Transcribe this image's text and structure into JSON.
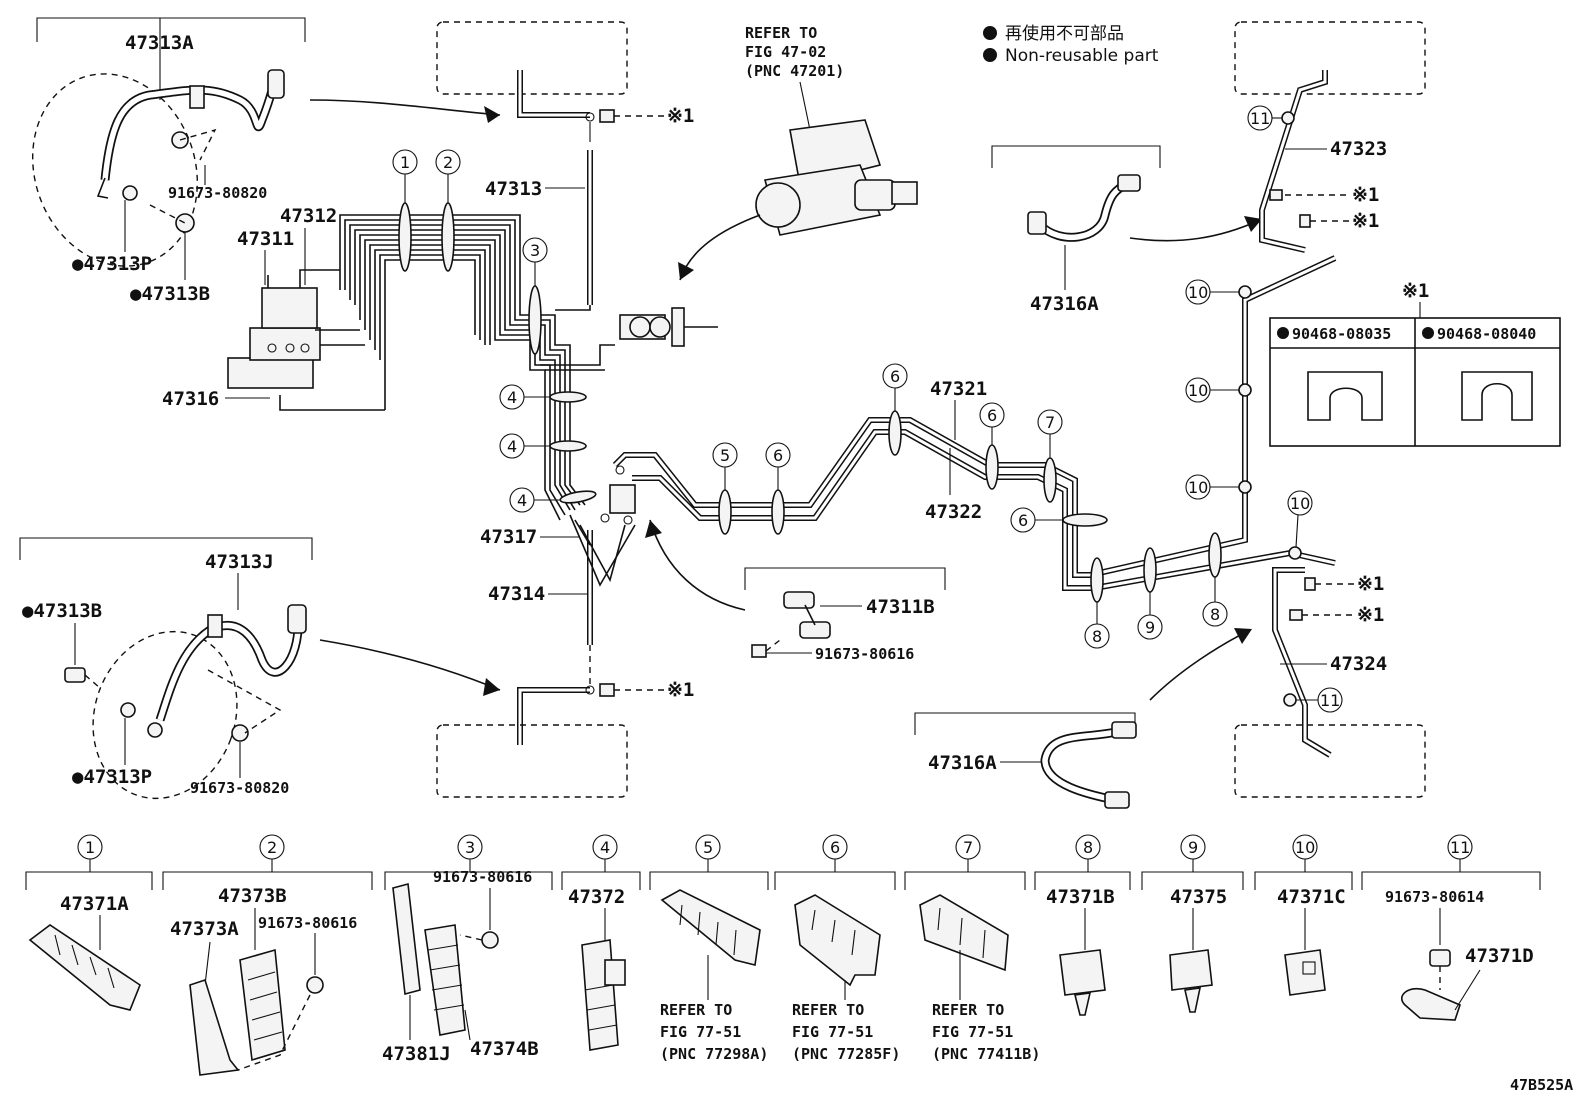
{
  "diagram_id": "47B525A",
  "legend": {
    "line1": "再使用不可部品",
    "line2": "Non-reusable part",
    "star_label": "※1",
    "clips": [
      "90468-08035",
      "90468-08040"
    ]
  },
  "refer_master": [
    "REFER TO",
    "FIG 47-02",
    "(PNC 47201)"
  ],
  "labels": {
    "p47313A": "47313A",
    "p91673_80820a": "91673-80820",
    "p47313P_a": "●47313P",
    "p47313B_a": "●47313B",
    "p47312": "47312",
    "p47311": "47311",
    "p47316": "47316",
    "p47313": "47313",
    "p47317": "47317",
    "p47314": "47314",
    "p47313J": "47313J",
    "p47313B_b": "●47313B",
    "p47313P_b": "●47313P",
    "p91673_80820b": "91673-80820",
    "p47311B": "47311B",
    "p91673_80616a": "91673-80616",
    "p47321": "47321",
    "p47322": "47322",
    "p47316A_a": "47316A",
    "p47316A_b": "47316A",
    "p47323": "47323",
    "p47324": "47324",
    "star1": "※1"
  },
  "callouts": {
    "c1": "1",
    "c2": "2",
    "c3": "3",
    "c4": "4",
    "c5": "5",
    "c6": "6",
    "c7": "7",
    "c8": "8",
    "c9": "9",
    "c10": "10",
    "c11": "11"
  },
  "bottom_parts": [
    {
      "num": "1",
      "labels": [
        "47371A"
      ]
    },
    {
      "num": "2",
      "labels": [
        "47373B",
        "47373A",
        "91673-80616"
      ]
    },
    {
      "num": "3",
      "labels": [
        "91673-80616",
        "47381J",
        "47374B"
      ]
    },
    {
      "num": "4",
      "labels": [
        "47372"
      ]
    },
    {
      "num": "5",
      "labels": [
        "REFER TO",
        "FIG 77-51",
        "(PNC 77298A)"
      ]
    },
    {
      "num": "6",
      "labels": [
        "REFER TO",
        "FIG 77-51",
        "(PNC 77285F)"
      ]
    },
    {
      "num": "7",
      "labels": [
        "REFER TO",
        "FIG 77-51",
        "(PNC 77411B)"
      ]
    },
    {
      "num": "8",
      "labels": [
        "47371B"
      ]
    },
    {
      "num": "9",
      "labels": [
        "47375"
      ]
    },
    {
      "num": "10",
      "labels": [
        "47371C"
      ]
    },
    {
      "num": "11",
      "labels": [
        "91673-80614",
        "47371D"
      ]
    }
  ]
}
